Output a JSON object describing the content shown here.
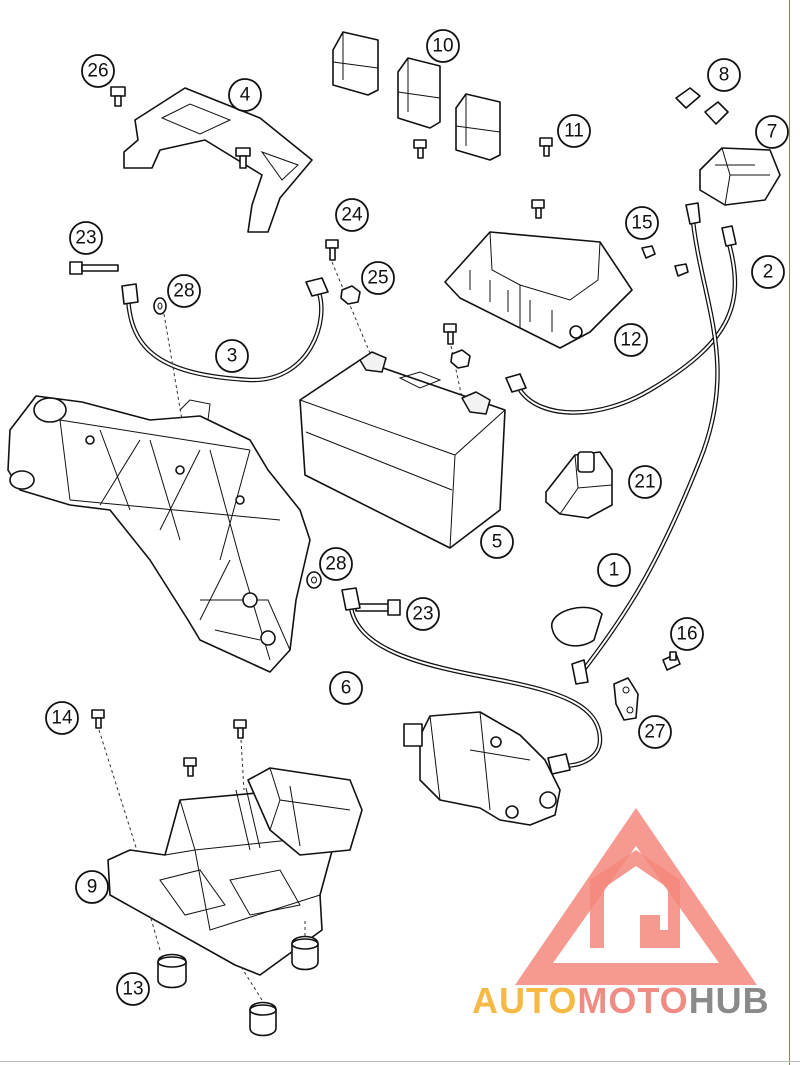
{
  "diagram": {
    "callouts": [
      "1",
      "2",
      "3",
      "4",
      "5",
      "6",
      "7",
      "8",
      "9",
      "10",
      "11",
      "12",
      "13",
      "14",
      "15",
      "16",
      "21",
      "23",
      "23",
      "24",
      "25",
      "26",
      "27",
      "28",
      "28"
    ]
  },
  "watermark": {
    "part_auto": "AUTO",
    "part_moto": "MOTO",
    "part_hub": "HUB",
    "color_auto": "#f6b944",
    "color_moto": "#f08c84",
    "color_hub": "#8a8a8a",
    "triangle_color": "#f4877d"
  }
}
